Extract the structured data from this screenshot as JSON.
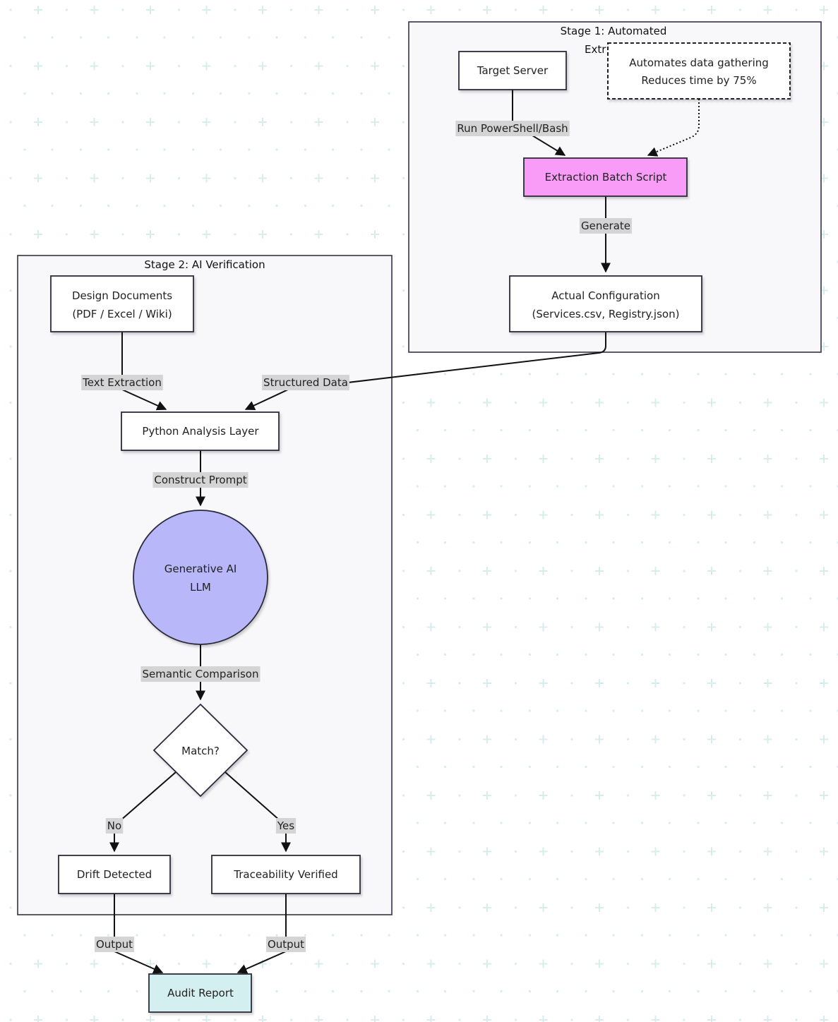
{
  "colors": {
    "grid": "#d9ecec",
    "cluster_fill": "#f8f8fb",
    "default_node": "#ffffff",
    "script_node": "#f99cf8",
    "llm_node": "#b7b7fa",
    "report_node": "#d4eff0",
    "edge_label_bg": "#d4d4d4"
  },
  "clusters": {
    "stage1": {
      "title_line1": "Stage 1: Automated",
      "title_line2": "Extr"
    },
    "stage2": {
      "title": "Stage 2: AI Verification"
    }
  },
  "nodes": {
    "target_server": {
      "label": "Target Server"
    },
    "note": {
      "line1": "Automates data gathering",
      "line2": "Reduces time by 75%"
    },
    "extraction_script": {
      "label": "Extraction Batch Script"
    },
    "actual_config": {
      "line1": "Actual Configuration",
      "line2": "(Services.csv, Registry.json)"
    },
    "design_docs": {
      "line1": "Design Documents",
      "line2": "(PDF / Excel / Wiki)"
    },
    "python_layer": {
      "label": "Python Analysis Layer"
    },
    "llm": {
      "line1": "Generative AI",
      "line2": "LLM"
    },
    "match": {
      "label": "Match?"
    },
    "drift": {
      "label": "Drift Detected"
    },
    "traceability": {
      "label": "Traceability Verified"
    },
    "audit_report": {
      "label": "Audit Report"
    }
  },
  "edges": {
    "run_script": "Run PowerShell/Bash",
    "generate": "Generate",
    "text_extraction": "Text Extraction",
    "structured_data": "Structured Data",
    "construct_prompt": "Construct Prompt",
    "semantic_comparison": "Semantic Comparison",
    "no": "No",
    "yes": "Yes",
    "output_drift": "Output",
    "output_trace": "Output"
  }
}
